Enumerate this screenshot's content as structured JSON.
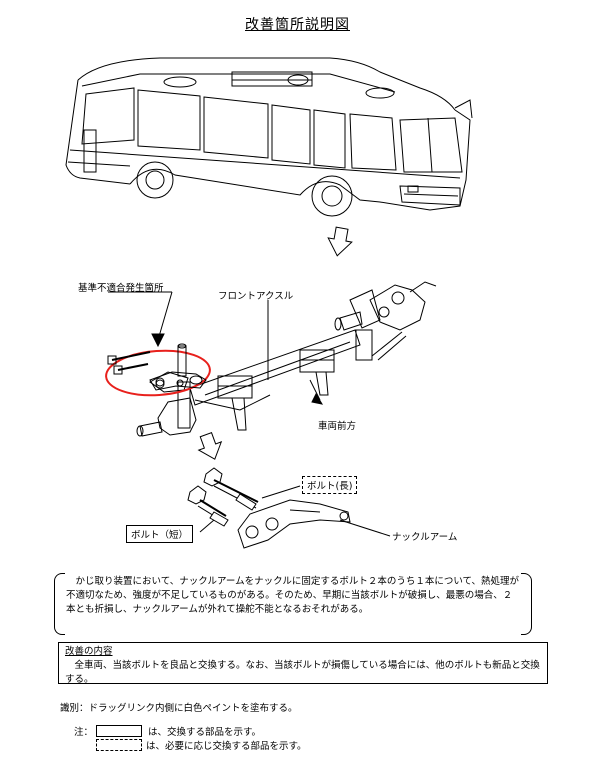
{
  "title": "改善箇所説明図",
  "labels": {
    "nonconformity": "基準不適合発生箇所",
    "front_axle": "フロントアクスル",
    "forward": "車両前方",
    "bolt_long": "ボルト(長)",
    "bolt_short": "ボルト（短）",
    "knuckle_arm": "ナックルアーム"
  },
  "description": "かじ取り装置において、ナックルアームをナックルに固定するボルト２本のうち１本について、熱処理が不適切なため、強度が不足しているものがある。そのため、早期に当該ボルトが破損し、最悪の場合、２本とも折損し、ナックルアームが外れて操舵不能となるおそれがある。",
  "improvement": {
    "heading": "改善の内容",
    "body": "全車両、当該ボルトを良品と交換する。なお、当該ボルトが損傷している場合には、他のボルトも新品と交換する。"
  },
  "identification": "識別：ドラッグリンク内側に白色ペイントを塗布する。",
  "notes": {
    "prefix": "注：",
    "solid": "は、交換する部品を示す。",
    "dashed": "は、必要に応じ交換する部品を示す。"
  },
  "colors": {
    "highlight": "#e8201c"
  }
}
